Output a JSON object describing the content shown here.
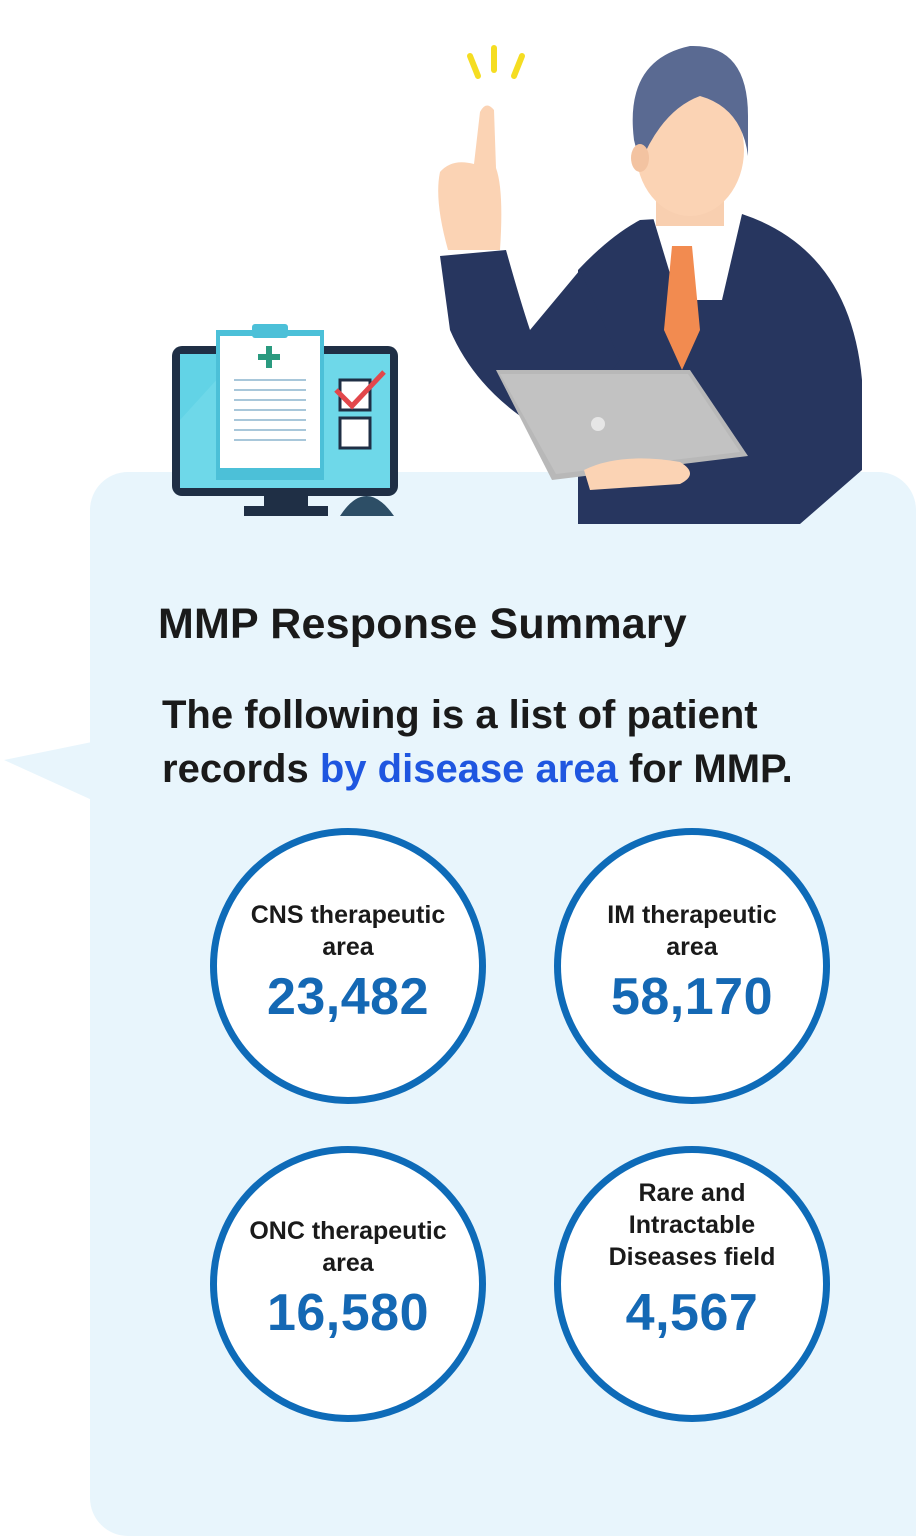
{
  "summary": {
    "title": "MMP Response Summary",
    "description": {
      "before": "The following is a list of patient records ",
      "highlight": "by disease area",
      "after": " for MMP."
    }
  },
  "stats": [
    {
      "label": "CNS therapeutic area",
      "value": "23,482"
    },
    {
      "label": "IM therapeutic area",
      "value": "58,170"
    },
    {
      "label": "ONC therapeutic area",
      "value": "16,580"
    },
    {
      "label": "Rare and Intractable Diseases field",
      "value": "4,567"
    }
  ],
  "icons": [
    "monitor-clipboard-icon",
    "businessman-icon"
  ],
  "colors": {
    "accent": "#0e6bb8",
    "highlight": "#1f56e0",
    "panel": "#e8f5fc",
    "suit": "#27365f",
    "tie": "#f28b50"
  }
}
